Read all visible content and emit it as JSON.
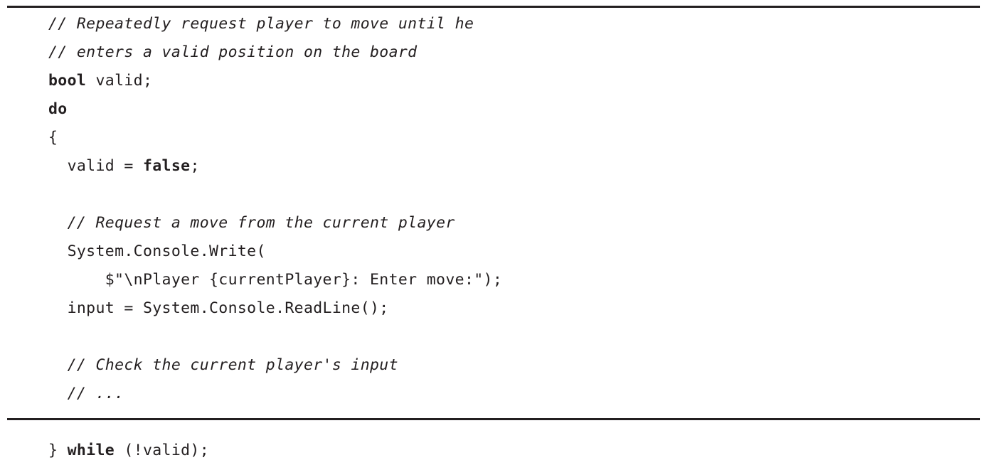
{
  "figure": {
    "kind": "code-listing",
    "language": "C#",
    "background_color": "#ffffff",
    "text_color": "#231f20",
    "rule_color": "#231f20",
    "rules": {
      "top_label": "top-rule",
      "bottom_label": "bottom-rule"
    }
  },
  "code": {
    "lines": [
      {
        "id": "line-1",
        "indent": 0,
        "tokens": [
          {
            "style": "comment",
            "text": "// Repeatedly request player to move until he"
          }
        ]
      },
      {
        "id": "line-2",
        "indent": 0,
        "tokens": [
          {
            "style": "comment",
            "text": "// enters a valid position on the board"
          }
        ]
      },
      {
        "id": "line-3",
        "indent": 0,
        "tokens": [
          {
            "style": "keyword",
            "text": "bool"
          },
          {
            "style": "plain",
            "text": " valid;"
          }
        ]
      },
      {
        "id": "line-4",
        "indent": 0,
        "tokens": [
          {
            "style": "keyword",
            "text": "do"
          }
        ]
      },
      {
        "id": "line-5",
        "indent": 0,
        "tokens": [
          {
            "style": "plain",
            "text": "{"
          }
        ]
      },
      {
        "id": "line-6",
        "indent": 2,
        "tokens": [
          {
            "style": "plain",
            "text": "valid = "
          },
          {
            "style": "keyword",
            "text": "false"
          },
          {
            "style": "plain",
            "text": ";"
          }
        ]
      },
      {
        "id": "line-7",
        "indent": 0,
        "blank": true,
        "tokens": []
      },
      {
        "id": "line-8",
        "indent": 2,
        "tokens": [
          {
            "style": "comment",
            "text": "// Request a move from the current player"
          }
        ]
      },
      {
        "id": "line-9",
        "indent": 2,
        "tokens": [
          {
            "style": "plain",
            "text": "System.Console.Write("
          }
        ]
      },
      {
        "id": "line-10",
        "indent": 6,
        "tokens": [
          {
            "style": "plain",
            "text": "$\"\\nPlayer {currentPlayer}: Enter move:\");"
          }
        ]
      },
      {
        "id": "line-11",
        "indent": 2,
        "tokens": [
          {
            "style": "plain",
            "text": "input = System.Console.ReadLine();"
          }
        ]
      },
      {
        "id": "line-12",
        "indent": 0,
        "blank": true,
        "tokens": []
      },
      {
        "id": "line-13",
        "indent": 2,
        "tokens": [
          {
            "style": "comment",
            "text": "// Check the current player's input"
          }
        ]
      },
      {
        "id": "line-14",
        "indent": 2,
        "tokens": [
          {
            "style": "comment",
            "text": "// ..."
          }
        ]
      },
      {
        "id": "line-15",
        "indent": 0,
        "blank": true,
        "tokens": []
      },
      {
        "id": "line-16",
        "indent": 0,
        "tokens": [
          {
            "style": "plain",
            "text": "} "
          },
          {
            "style": "keyword",
            "text": "while"
          },
          {
            "style": "plain",
            "text": " (!valid);"
          }
        ]
      }
    ]
  }
}
